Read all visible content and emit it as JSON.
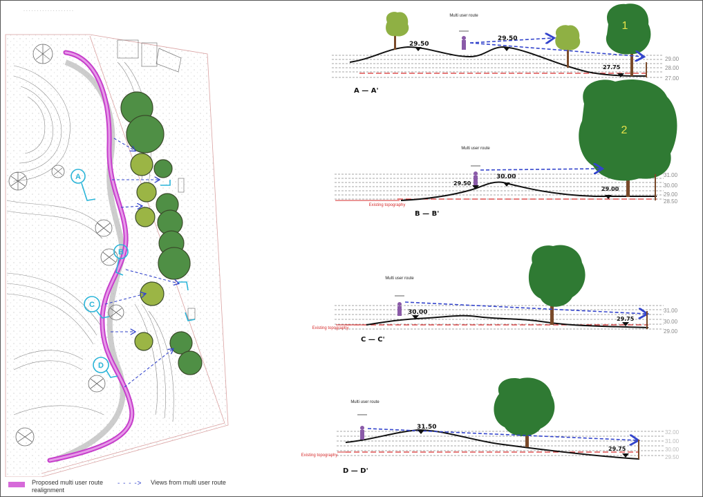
{
  "legend": {
    "route_label": "Proposed multi user route realignment",
    "views_label": "Views from multi user route",
    "arrow_glyph": "- - - ->"
  },
  "map_markers": [
    "A",
    "B",
    "C",
    "D"
  ],
  "route_label": "Multi user route",
  "existing_topography_label": "Existing topography",
  "sections": [
    {
      "id": "A-A",
      "caption": "A — A'",
      "tree_number": "1",
      "levels": [
        "29.00",
        "28.00",
        "27.00"
      ],
      "spot_levels": [
        "29.50",
        "29.50",
        "27.75"
      ]
    },
    {
      "id": "B-B",
      "caption": "B — B'",
      "tree_number": "2",
      "levels": [
        "31.00",
        "30.00",
        "29.00",
        "28.50"
      ],
      "spot_levels": [
        "29.50",
        "30.00",
        "29.00"
      ]
    },
    {
      "id": "C-C",
      "caption": "C — C'",
      "levels": [
        "31.00",
        "30.00",
        "29.00"
      ],
      "spot_levels": [
        "30.00",
        "29.75"
      ]
    },
    {
      "id": "D-D",
      "caption": "D — D'",
      "levels": [
        "32.00",
        "31.00",
        "30.00",
        "29.50"
      ],
      "spot_levels": [
        "31.50",
        "29.75"
      ]
    }
  ],
  "colors": {
    "route": "#d66ad9",
    "view_arrow": "#3344cc",
    "tree_dark": "#3f8a3f",
    "tree_light": "#8fb044",
    "marker": "#29b4d8",
    "topo": "#d62c2c",
    "trunk": "#7a4a2a"
  }
}
